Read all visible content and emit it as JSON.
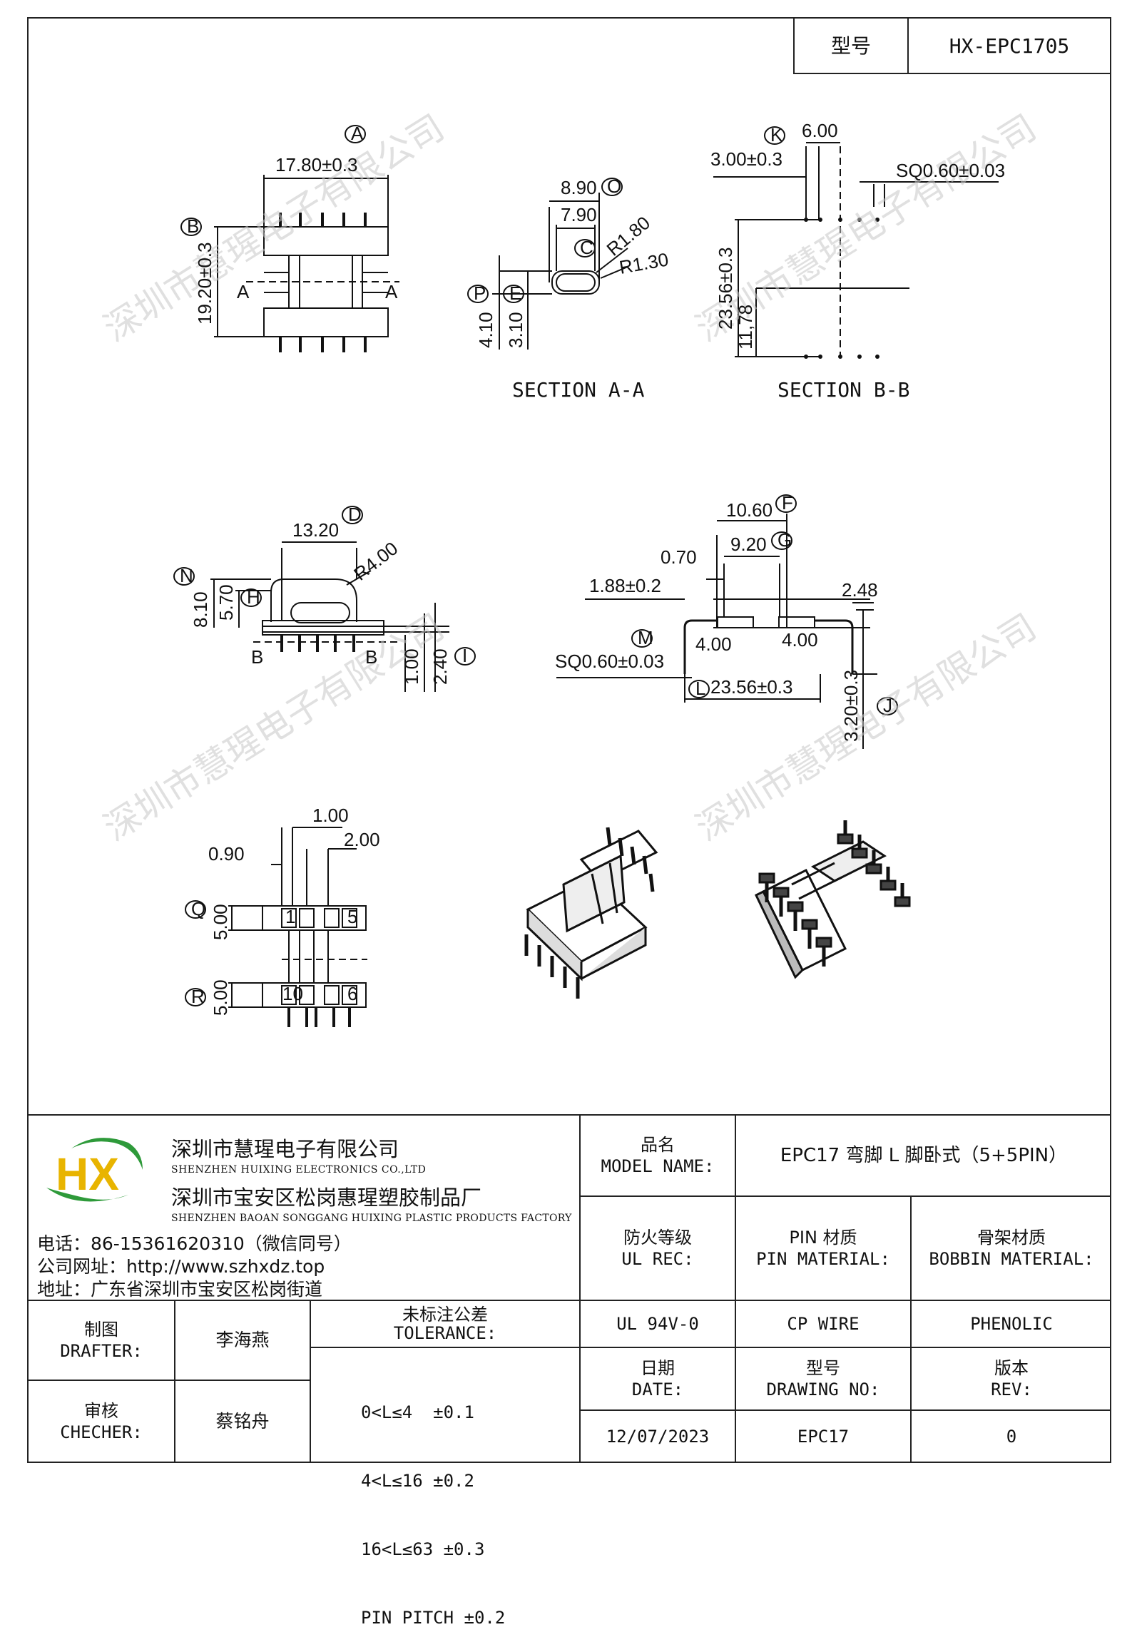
{
  "header": {
    "model_label": "型号",
    "model_value": "HX-EPC1705"
  },
  "watermark": "深圳市慧瑆电子有限公司",
  "drawing": {
    "top_view": {
      "A": "17.80±0.3",
      "B": "19.20±0.3",
      "cut_left": "A",
      "cut_right": "A"
    },
    "section_aa": {
      "title": "SECTION A-A",
      "d_890": "8.90",
      "d_790": "7.90",
      "r180": "R1.80",
      "r130": "R1.30",
      "d_410": "4.10",
      "d_310": "3.10",
      "letters": [
        "O",
        "C",
        "P",
        "E"
      ]
    },
    "section_bb": {
      "title": "SECTION B-B",
      "d_600": "6.00",
      "d_300": "3.00±0.3",
      "sq": "SQ0.60±0.03",
      "d_2356": "23.56±0.3",
      "d_1178": "11,78",
      "letter": "K"
    },
    "side_view": {
      "d_1320": "13.20",
      "r400": "R4.00",
      "d_810": "8.10",
      "d_570": "5.70",
      "d_100": "1.00",
      "d_240": "2.40",
      "cut_left": "B",
      "cut_right": "B",
      "letters": [
        "D",
        "N",
        "H",
        "I"
      ]
    },
    "front_view": {
      "d_1060": "10.60",
      "d_920": "9.20",
      "d_070": "0.70",
      "d_188": "1.88±0.2",
      "d_248": "2.48",
      "d_400a": "4.00",
      "d_400b": "4.00",
      "sq": "SQ0.60±0.03",
      "d_2356": "23.56±0.3",
      "d_320": "3.20±0.3",
      "letters": [
        "F",
        "G",
        "M",
        "L",
        "J"
      ]
    },
    "bottom_view": {
      "d_100": "1.00",
      "d_200": "2.00",
      "d_090": "0.90",
      "d_500a": "5.00",
      "d_500b": "5.00",
      "pin1": "1",
      "pin5": "5",
      "pin10": "10",
      "pin6": "6",
      "letters": [
        "Q",
        "R"
      ]
    }
  },
  "titleblock": {
    "company_cn": "深圳市慧瑆电子有限公司",
    "company_en": "SHENZHEN HUIXING ELECTRONICS CO.,LTD",
    "factory_cn": "深圳市宝安区松岗惠瑆塑胶制品厂",
    "factory_en": "SHENZHEN BAOAN SONGGANG HUIXING PLASTIC PRODUCTS FACTORY",
    "phone": "电话：86-15361620310（微信同号）",
    "website": "公司网址：http://www.szhxdz.top",
    "address": "地址：广东省深圳市宝安区松岗街道",
    "logo_text": "HX",
    "model_name_cn": "品名",
    "model_name_en": "MODEL NAME:",
    "model_name_value": "EPC17 弯脚 L 脚卧式（5+5PIN）",
    "ul_cn": "防火等级",
    "ul_en": "UL REC:",
    "pin_cn": "PIN 材质",
    "pin_en": "PIN MATERIAL:",
    "bobbin_cn": "骨架材质",
    "bobbin_en": "BOBBIN MATERIAL:",
    "ul_value": "UL 94V-0",
    "pin_value": "CP WIRE",
    "bobbin_value": "PHENOLIC",
    "drafter_cn": "制图",
    "drafter_en": "DRAFTER:",
    "drafter_name": "李海燕",
    "checker_cn": "审核",
    "checker_en": "CHECHER:",
    "checker_name": "蔡铭舟",
    "tol_cn": "未标注公差",
    "tol_en": "TOLERANCE:",
    "tol_lines": [
      "0<L≤4  ±0.1",
      "4<L≤16 ±0.2",
      "16<L≤63 ±0.3",
      "PIN PITCH ±0.2"
    ],
    "date_cn": "日期",
    "date_en": "DATE:",
    "drawno_cn": "型号",
    "drawno_en": "DRAWING NO:",
    "rev_cn": "版本",
    "rev_en": "REV:",
    "date_value": "12/07/2023",
    "drawno_value": "EPC17",
    "rev_value": "0"
  }
}
